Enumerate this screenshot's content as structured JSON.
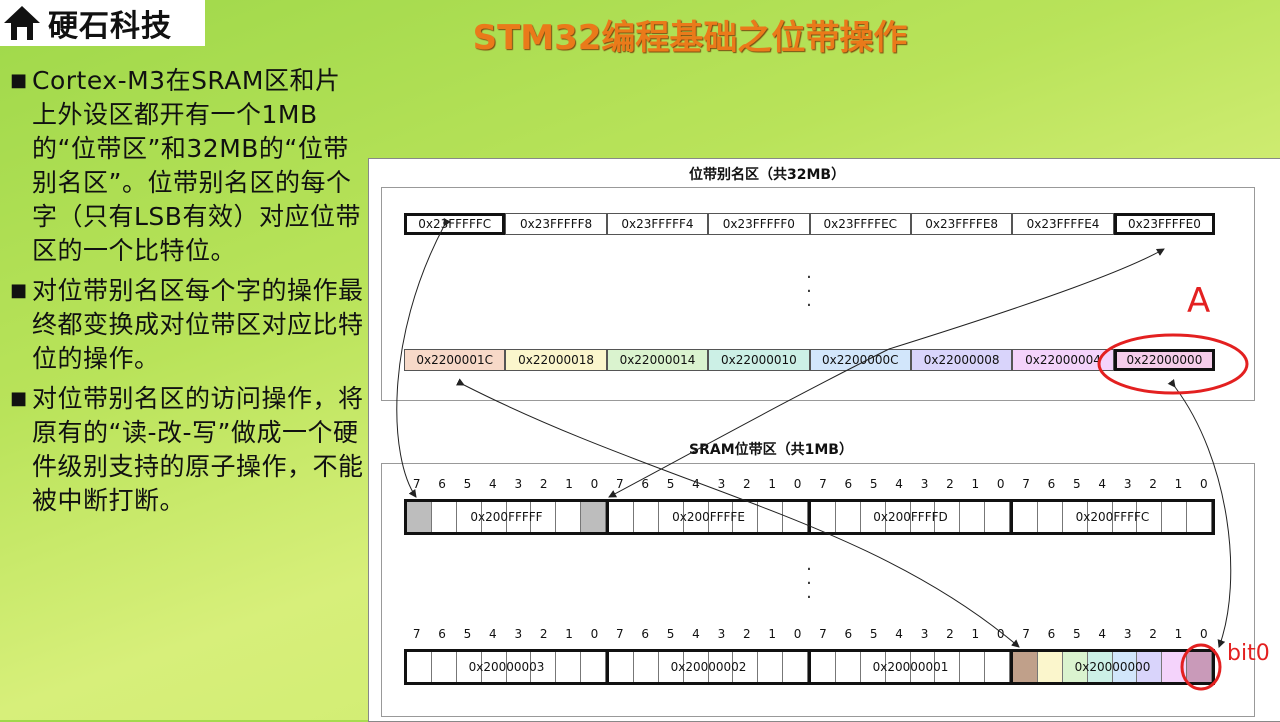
{
  "logo": {
    "text": "硬石科技"
  },
  "title": "STM32编程基础之位带操作",
  "bullets": [
    "Cortex-M3在SRAM区和片上外设区都开有一个1MB的“位带区”和32MB的“位带别名区”。位带别名区的每个字（只有LSB有效）对应位带区的一个比特位。",
    "对位带别名区每个字的操作最终都变换成对位带区对应比特位的操作。",
    "对位带别名区的访问操作，将原有的“读-改-写”做成一个硬件级别支持的原子操作，不能被中断打断。"
  ],
  "diagram": {
    "alias_title": "位带别名区（共32MB）",
    "sram_title": "SRAM位带区（共1MB）",
    "alias_top_row": [
      "0x23FFFFFC",
      "0x23FFFFF8",
      "0x23FFFFF4",
      "0x23FFFFF0",
      "0x23FFFFEC",
      "0x23FFFFE8",
      "0x23FFFFE4",
      "0x23FFFFE0"
    ],
    "alias_bottom_row": [
      "0x2200001C",
      "0x22000018",
      "0x22000014",
      "0x22000010",
      "0x2200000C",
      "0x22000008",
      "0x22000004",
      "0x22000000"
    ],
    "alias_bottom_colors": [
      "#f7d9c8",
      "#fbf6cc",
      "#daf3cf",
      "#ccf0e6",
      "#d2e6fb",
      "#d9d4fb",
      "#f4d3fb",
      "#f5cdea"
    ],
    "bit_numbers": [
      "7",
      "6",
      "5",
      "4",
      "3",
      "2",
      "1",
      "0",
      "7",
      "6",
      "5",
      "4",
      "3",
      "2",
      "1",
      "0",
      "7",
      "6",
      "5",
      "4",
      "3",
      "2",
      "1",
      "0",
      "7",
      "6",
      "5",
      "4",
      "3",
      "2",
      "1",
      "0"
    ],
    "sram_top_bytes": [
      "0x200FFFFF",
      "0x200FFFFE",
      "0x200FFFFD",
      "0x200FFFFC"
    ],
    "sram_bottom_bytes": [
      "0x20000003",
      "0x20000002",
      "0x20000001",
      "0x20000000"
    ],
    "label_a": "A",
    "label_bit0": "bit0"
  }
}
